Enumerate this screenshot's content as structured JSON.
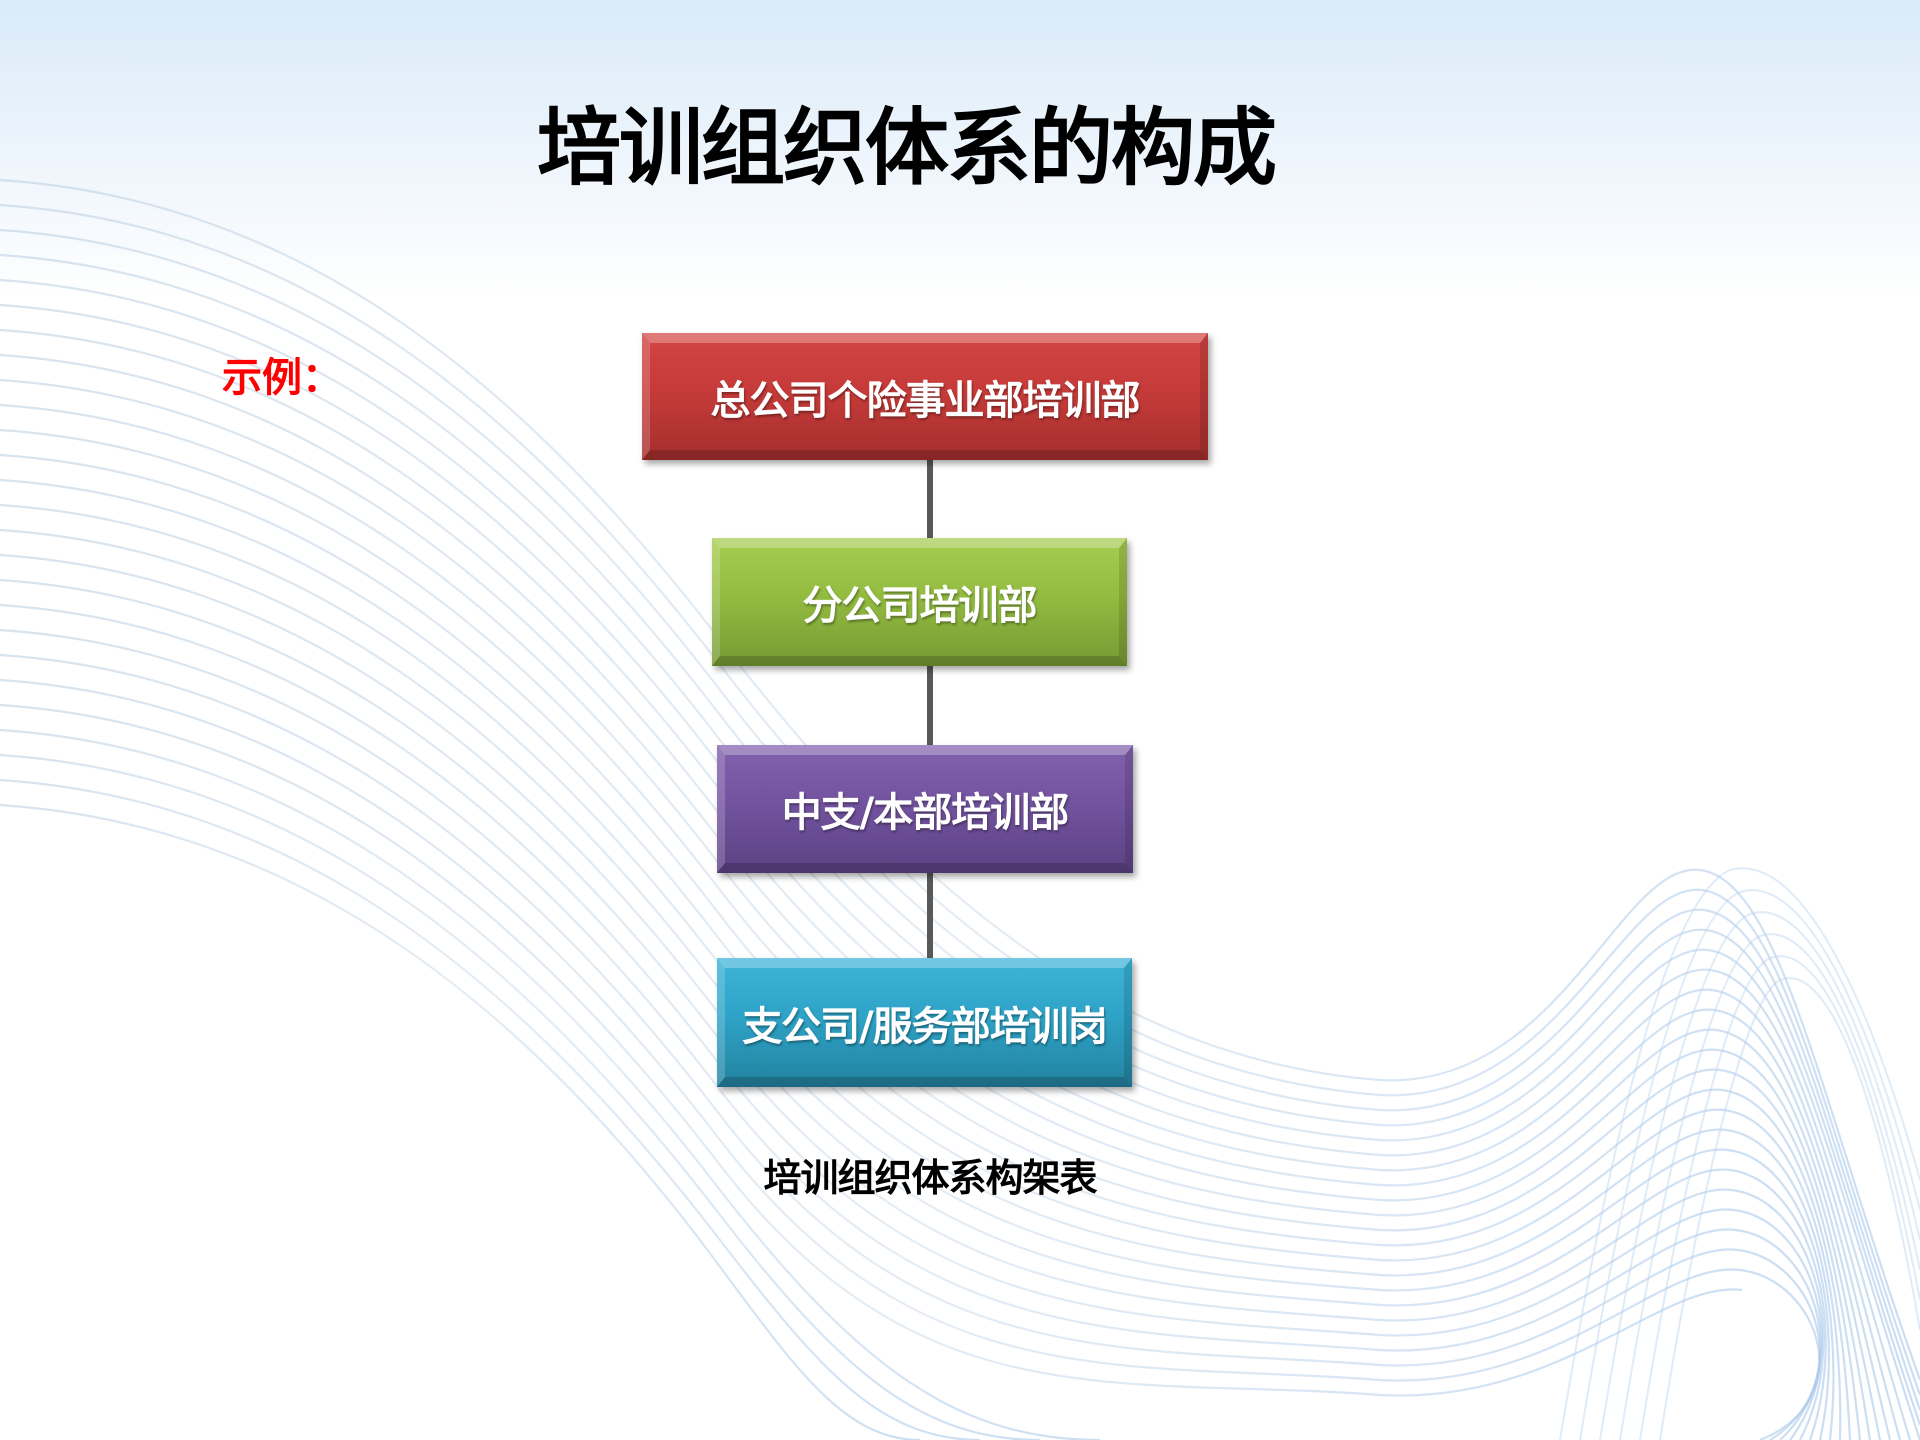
{
  "slide": {
    "title": "培训组织体系的构成",
    "example_label": "示例：",
    "caption": "培训组织体系构架表"
  },
  "org_chart": {
    "levels": [
      {
        "label": "总公司个险事业部培训部",
        "color": "#c63b39"
      },
      {
        "label": "分公司培训部",
        "color": "#93bc41"
      },
      {
        "label": "中支/本部培训部",
        "color": "#73539f"
      },
      {
        "label": "支公司/服务部培训岗",
        "color": "#2ea3c7"
      }
    ],
    "connector_color": "#595959"
  },
  "colors": {
    "title_text": "#000000",
    "example_label": "#ff0000",
    "background_top": "#d9eaf8",
    "background": "#ffffff",
    "wave_lines": "#c9dcee"
  }
}
